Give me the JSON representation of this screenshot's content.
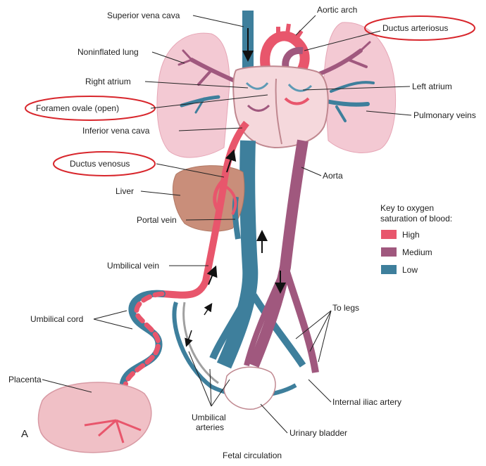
{
  "labels": {
    "superior_vena_cava": "Superior vena cava",
    "aortic_arch": "Aortic arch",
    "ductus_arteriosus": "Ductus arteriosus",
    "noninflated_lung": "Noninflated lung",
    "right_atrium": "Right atrium",
    "left_atrium": "Left atrium",
    "foramen_ovale": "Foramen ovale (open)",
    "pulmonary_veins": "Pulmonary veins",
    "inferior_vena_cava": "Inferior vena cava",
    "ductus_venosus": "Ductus venosus",
    "aorta": "Aorta",
    "liver": "Liver",
    "portal_vein": "Portal vein",
    "umbilical_vein": "Umbilical vein",
    "umbilical_cord": "Umbilical cord",
    "to_legs": "To legs",
    "placenta": "Placenta",
    "umbilical_arteries_line1": "Umbilical",
    "umbilical_arteries_line2": "arteries",
    "internal_iliac_artery": "Internal iliac artery",
    "urinary_bladder": "Urinary bladder",
    "figure_letter": "A",
    "caption": "Fetal circulation"
  },
  "legend": {
    "title_line1": "Key to oxygen",
    "title_line2": "saturation of blood:",
    "items": [
      {
        "label": "High",
        "color": "#e8566c"
      },
      {
        "label": "Medium",
        "color": "#a0587e"
      },
      {
        "label": "Low",
        "color": "#3e7f9c"
      }
    ]
  },
  "colors": {
    "highlight_ring": "#d8262c",
    "lung": "#f3c9d3",
    "liver": "#c98e7a",
    "placenta": "#f0c0c6"
  },
  "highlighted_labels": [
    "Ductus arteriosus",
    "Foramen ovale (open)",
    "Ductus venosus"
  ]
}
